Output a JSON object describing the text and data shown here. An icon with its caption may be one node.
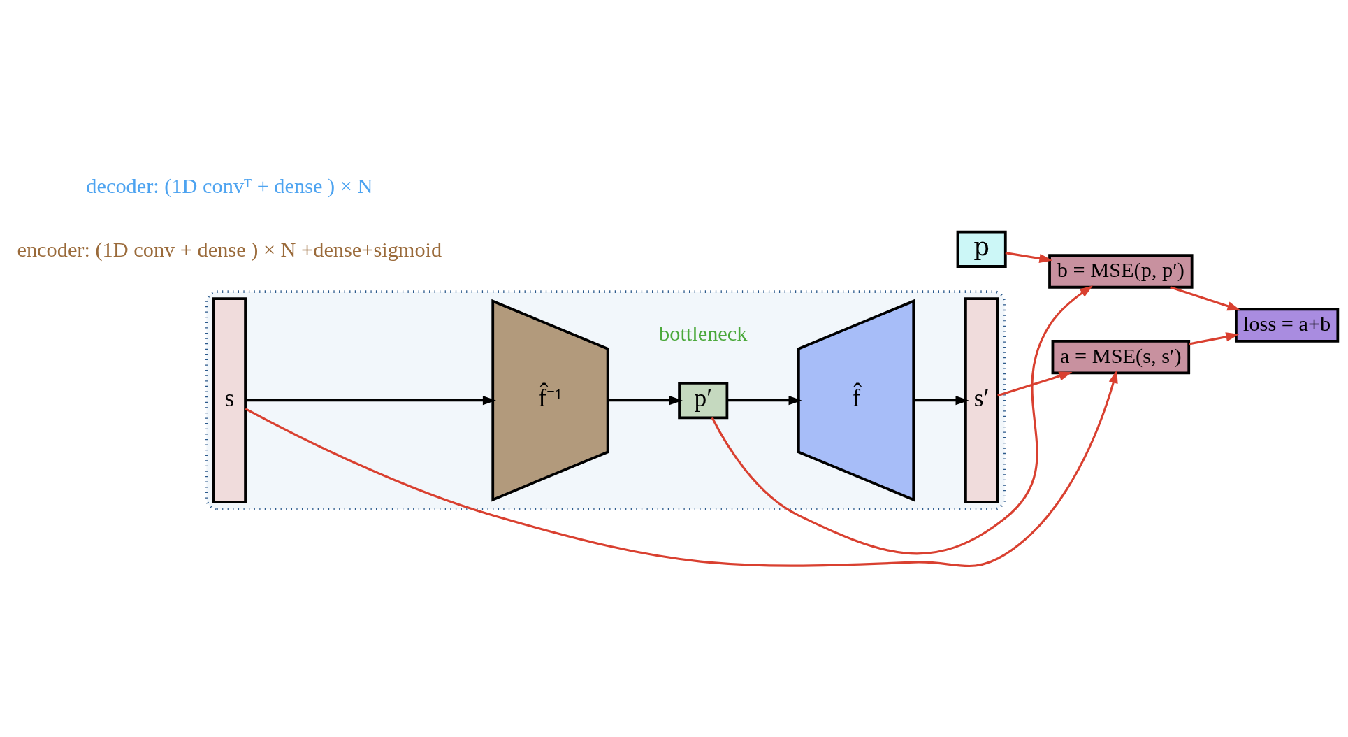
{
  "diagram": {
    "nodes": [
      {
        "text": [
          "p"
        ]
      },
      {
        "text": [
          "b = MSE(p, p′)"
        ]
      },
      {
        "text": [],
        "shape": "box"
      },
      {
        "text": [
          "s"
        ],
        "in": 2
      },
      {
        "text": [
          "f̂⁻¹"
        ],
        "in": 2
      },
      {
        "text": [
          "p′"
        ],
        "in": 2,
        "beside": [
          "bottleneck"
        ]
      },
      {
        "text": [
          "f̂"
        ],
        "in": 2
      },
      {
        "text": [
          "s′"
        ],
        "in": 2
      },
      {
        "text": [
          "loss = a+b"
        ]
      },
      {
        "text": [
          "a = MSE(s, s′)"
        ]
      }
    ],
    "edges": [
      {
        "from": 0,
        "to": 1,
        "arrow": "to"
      },
      {
        "from": 5,
        "to": 1,
        "arrow": "to"
      },
      {
        "from": 1,
        "to": 8,
        "arrow": "to"
      },
      {
        "from": 3,
        "to": 4,
        "arrow": "to",
        "color": "#000000"
      },
      {
        "from": 4,
        "to": 5,
        "arrow": "to",
        "color": "#000000"
      },
      {
        "from": 5,
        "to": 6,
        "arrow": "to",
        "color": "#000000"
      },
      {
        "from": 6,
        "to": 7,
        "arrow": "to",
        "color": "#000000"
      },
      {
        "from": 3,
        "to": 9,
        "arrow": "to"
      },
      {
        "from": 7,
        "to": 9,
        "arrow": "to"
      },
      {
        "from": 9,
        "to": 8,
        "arrow": "to"
      }
    ],
    "labels": [
      "encoder: (1D conv + dense ) × N +dense+sigmoid",
      "decoder: (1D convᵀ + dense ) × N"
    ]
  }
}
